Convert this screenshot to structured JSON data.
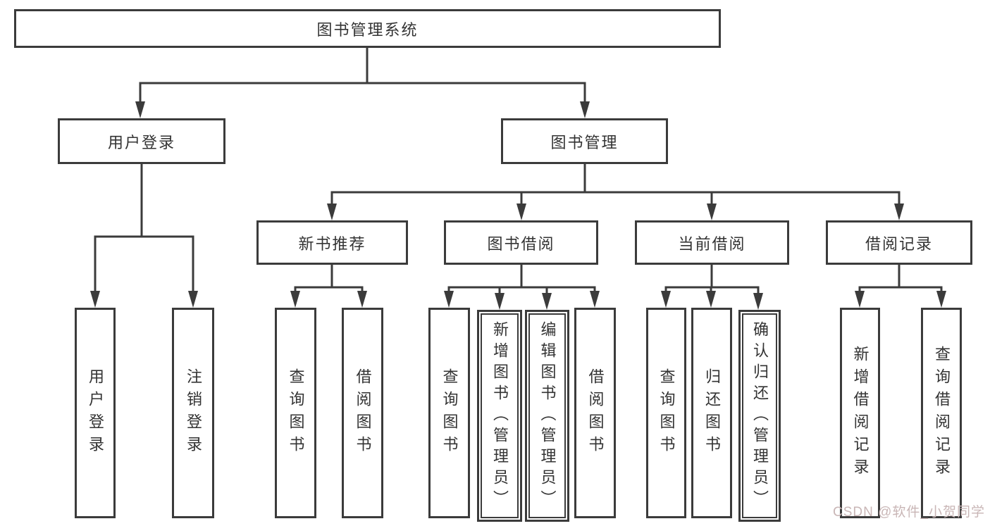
{
  "tree": {
    "label": "图书管理系统",
    "children": [
      {
        "label": "用户登录",
        "children": [
          {
            "label": "用户登录"
          },
          {
            "label": "注销登录"
          }
        ]
      },
      {
        "label": "图书管理",
        "children": [
          {
            "label": "新书推荐",
            "children": [
              {
                "label": "查询图书"
              },
              {
                "label": "借阅图书"
              }
            ]
          },
          {
            "label": "图书借阅",
            "children": [
              {
                "label": "查询图书"
              },
              {
                "label": "新增图书（管理员）"
              },
              {
                "label": "编辑图书（管理员）"
              },
              {
                "label": "借阅图书"
              }
            ]
          },
          {
            "label": "当前借阅",
            "children": [
              {
                "label": "查询图书"
              },
              {
                "label": "归还图书"
              },
              {
                "label": "确认归还（管理员）"
              }
            ]
          },
          {
            "label": "借阅记录",
            "children": [
              {
                "label": "新增借阅记录"
              },
              {
                "label": "查询借阅记录"
              }
            ]
          }
        ]
      }
    ]
  },
  "watermark": "CSDN @软件_小贺同学",
  "colors": {
    "line": "#3b3b3b",
    "text": "#333333",
    "watermark": "#c9b6b6",
    "background": "#ffffff"
  }
}
